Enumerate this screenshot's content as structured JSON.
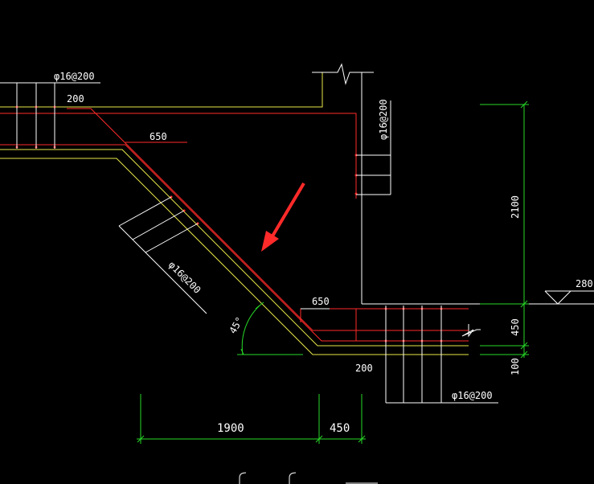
{
  "labels": {
    "rebar_top_left": "φ16@200",
    "dim_200_top": "200",
    "dim_650_upper": "650",
    "rebar_vertical": "φ16@200",
    "rebar_slope": "φ16@200",
    "angle": "45°",
    "dim_650_lower": "650",
    "dim_200_bottom": "200",
    "rebar_bottom": "φ16@200",
    "dim_2100": "2100",
    "dim_450_right": "450",
    "dim_100": "100",
    "elev_280": "280",
    "dim_1900": "1900",
    "dim_450_bottom": "450"
  },
  "colors": {
    "background": "#000000",
    "concrete_outline": "#e8e84a",
    "rebar": "#ff2a2a",
    "dimension": "#27d827",
    "annotation": "#ffffff",
    "arrow": "#ff2a2a"
  }
}
